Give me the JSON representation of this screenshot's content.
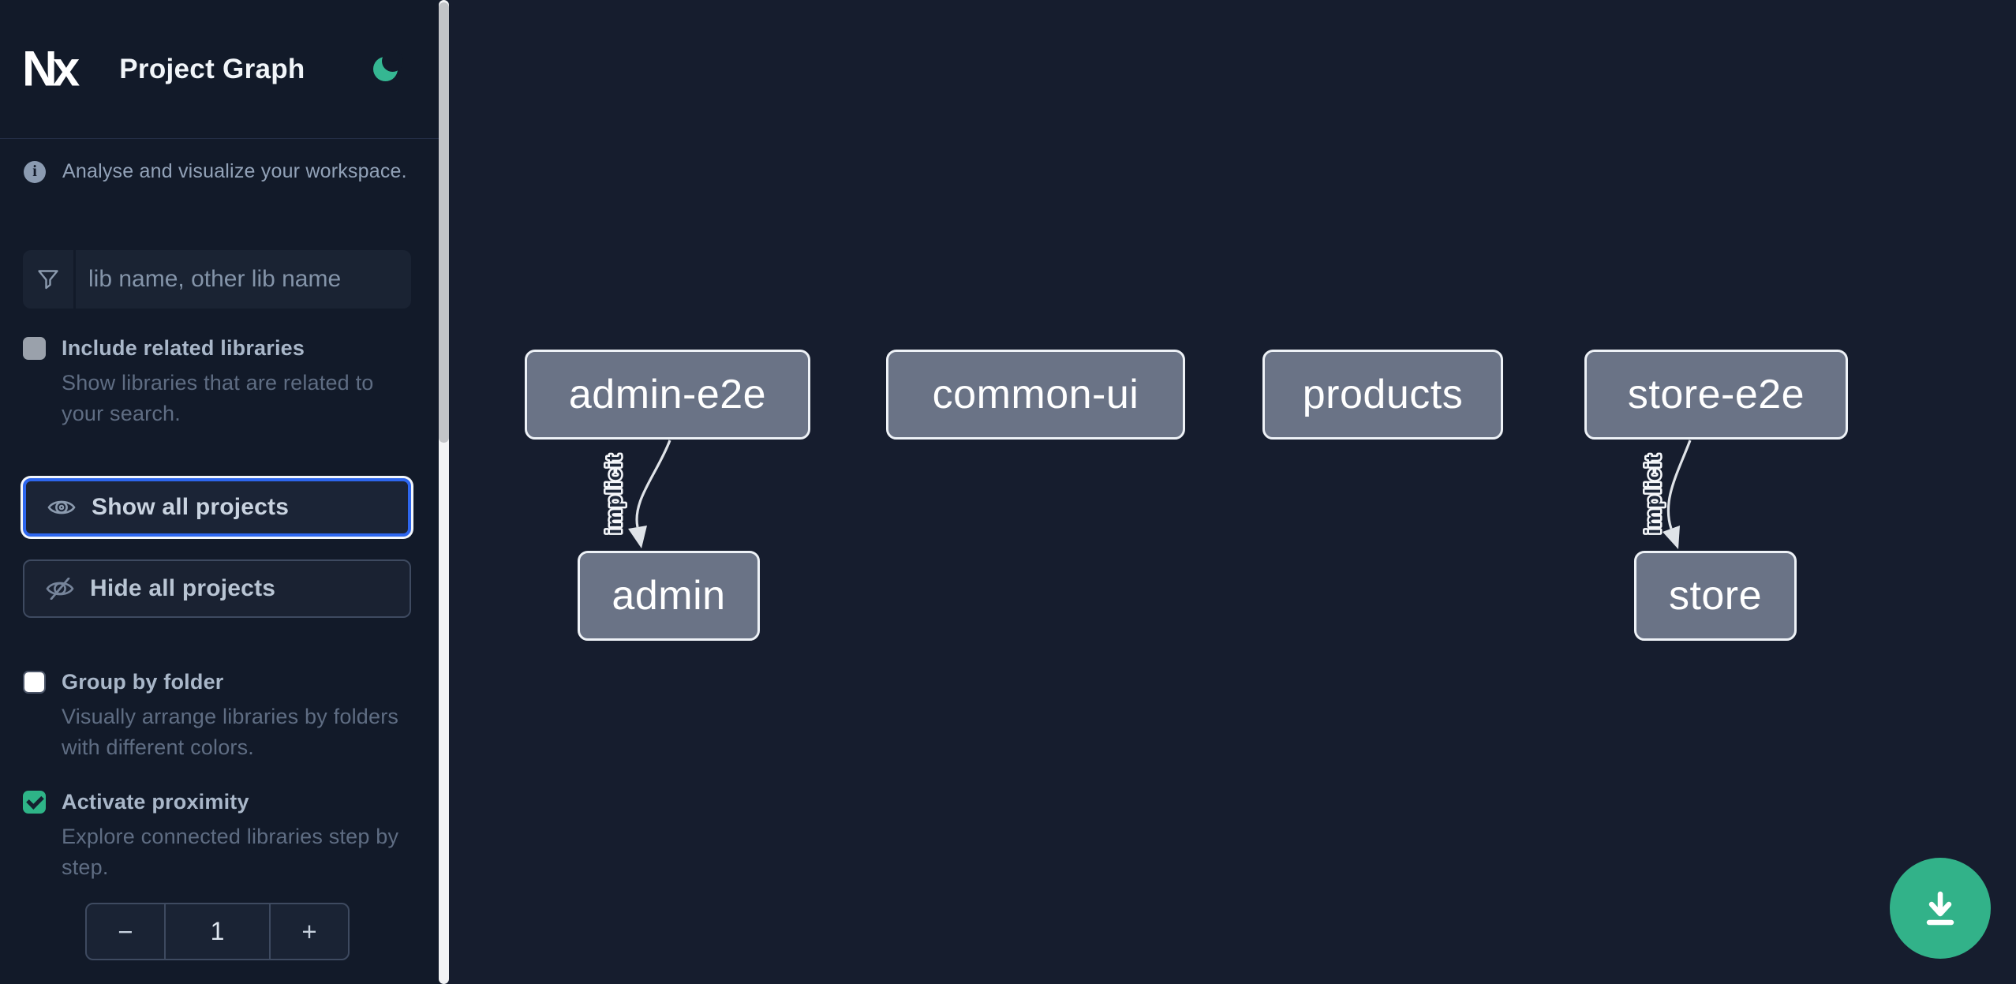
{
  "header": {
    "logo_text": "Nx",
    "title": "Project Graph"
  },
  "sidebar": {
    "tagline": "Analyse and visualize your workspace.",
    "search_placeholder": "lib name, other lib name",
    "include_related": {
      "label": "Include related libraries",
      "description": "Show libraries that are related to your search.",
      "checked": false
    },
    "show_all_label": "Show all projects",
    "hide_all_label": "Hide all projects",
    "group_by_folder": {
      "label": "Group by folder",
      "description": "Visually arrange libraries by folders with different colors.",
      "checked": false
    },
    "activate_proximity": {
      "label": "Activate proximity",
      "description": "Explore connected libraries step by step.",
      "checked": true
    },
    "stepper": {
      "decrement": "−",
      "value": "1",
      "increment": "+"
    }
  },
  "graph": {
    "nodes": [
      {
        "label": "admin-e2e"
      },
      {
        "label": "common-ui"
      },
      {
        "label": "products"
      },
      {
        "label": "store-e2e"
      },
      {
        "label": "admin"
      },
      {
        "label": "store"
      }
    ],
    "edges": [
      {
        "from": "admin-e2e",
        "to": "admin",
        "label": "implicit"
      },
      {
        "from": "store-e2e",
        "to": "store",
        "label": "implicit"
      }
    ]
  },
  "colors": {
    "accent_teal": "#32b289",
    "focus_blue": "#2d66ee",
    "canvas_bg": "#161d2e",
    "sidebar_bg": "#121a29",
    "node_fill": "#6a7386"
  }
}
